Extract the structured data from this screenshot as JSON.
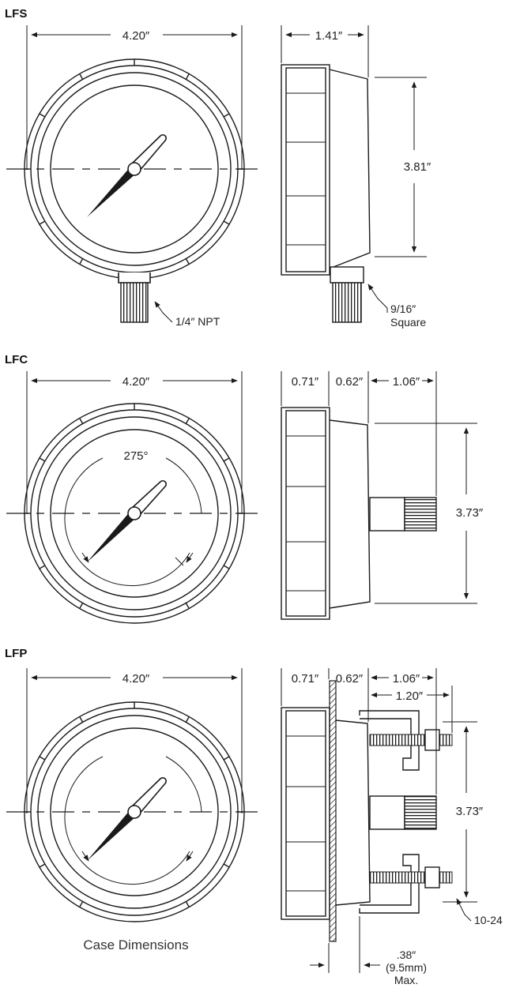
{
  "sections": {
    "lfs": {
      "title": "LFS",
      "width": "4.20″",
      "depth": "1.41″",
      "height": "3.81″",
      "thread": "1/4″ NPT",
      "wrench_size": "9/16″",
      "wrench_shape": "Square"
    },
    "lfc": {
      "title": "LFC",
      "width": "4.20″",
      "arc_angle": "275°",
      "dim_a": "0.71″",
      "dim_b": "0.62″",
      "dim_c": "1.06″",
      "height": "3.73″"
    },
    "lfp": {
      "title": "LFP",
      "width": "4.20″",
      "dim_a": "0.71″",
      "dim_b": "0.62″",
      "dim_c": "1.06″",
      "dim_d": "1.20″",
      "height": "3.73″",
      "screw": "10-24",
      "clearance": ".38″",
      "clearance_mm": "(9.5mm)",
      "clearance_note": "Max."
    }
  },
  "caption": "Case Dimensions"
}
